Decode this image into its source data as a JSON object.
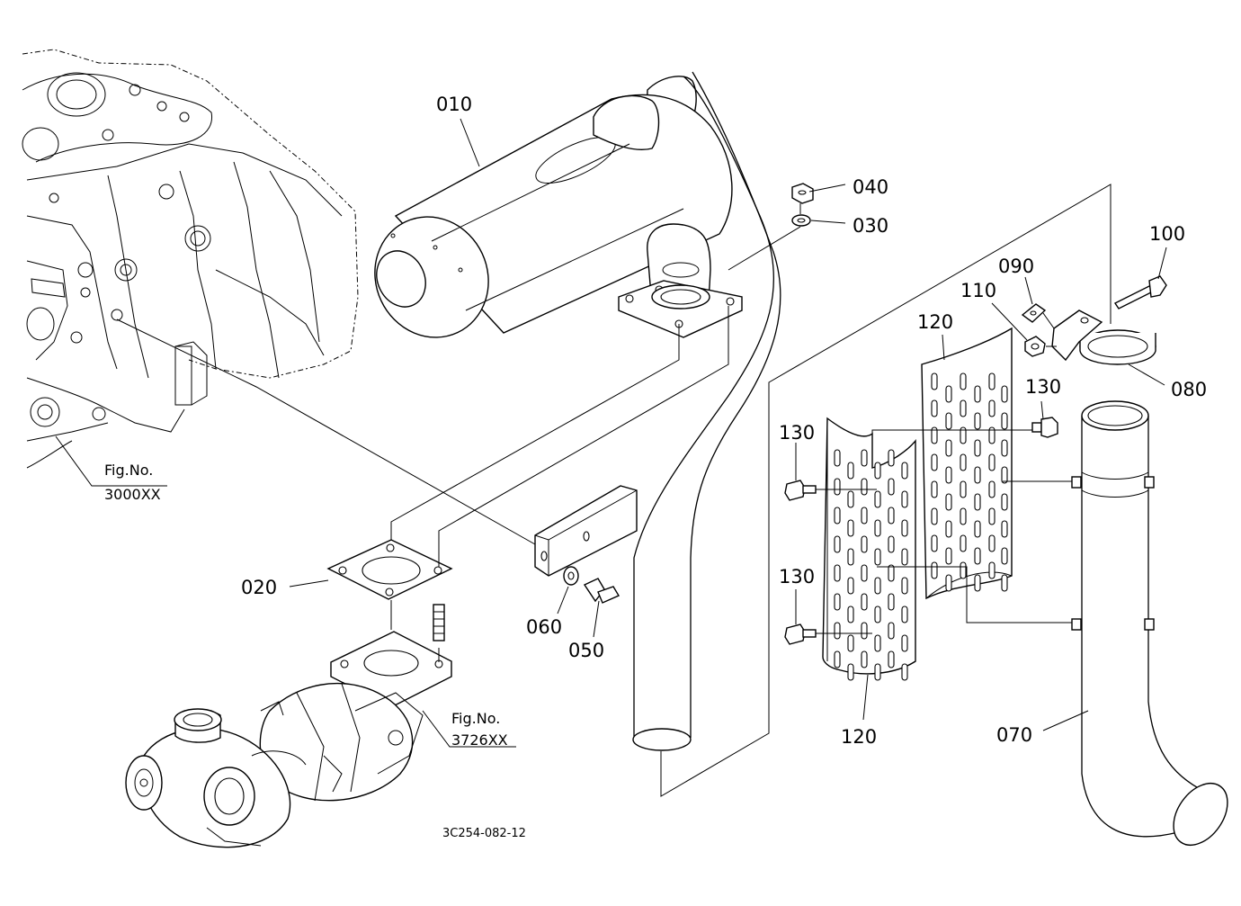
{
  "parts": {
    "p010": "010",
    "p020": "020",
    "p030": "030",
    "p040": "040",
    "p050": "050",
    "p060": "060",
    "p070": "070",
    "p080": "080",
    "p090": "090",
    "p100": "100",
    "p110": "110",
    "p120_top": "120",
    "p120_bottom": "120",
    "p130_right": "130",
    "p130_left_top": "130",
    "p130_left_bottom": "130"
  },
  "references": {
    "engine": {
      "line1": "Fig.No.",
      "line2": "3000XX"
    },
    "turbo": {
      "line1": "Fig.No.",
      "line2": "3726XX"
    }
  },
  "drawing_code": "3C254-082-12"
}
